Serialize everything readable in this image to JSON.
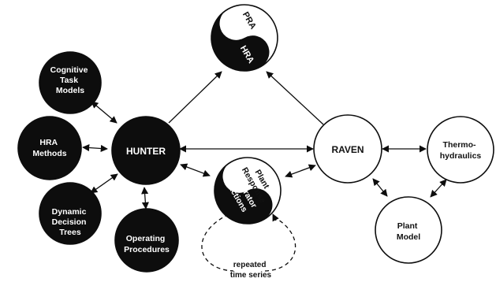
{
  "nodes": {
    "cognitive_task_models": {
      "lines": [
        "Cognitive",
        "Task",
        "Models"
      ]
    },
    "hra_methods": {
      "lines": [
        "HRA",
        "Methods"
      ]
    },
    "dynamic_decision_trees": {
      "lines": [
        "Dynamic",
        "Decision",
        "Trees"
      ]
    },
    "operating_procedures": {
      "lines": [
        "Operating",
        "Procedures"
      ]
    },
    "hunter": {
      "lines": [
        "HUNTER"
      ]
    },
    "raven": {
      "lines": [
        "RAVEN"
      ]
    },
    "thermo_hydraulics": {
      "lines": [
        "Thermo-",
        "hydraulics"
      ]
    },
    "plant_model": {
      "lines": [
        "Plant",
        "Model"
      ]
    }
  },
  "yin_yang_top": {
    "light_label": "PRA",
    "dark_label": "HRA"
  },
  "yin_yang_bottom": {
    "light_label_lines": [
      "Plant",
      "Response"
    ],
    "dark_label_lines": [
      "Operator",
      "Actions"
    ]
  },
  "loop_label_lines": [
    "repeated",
    "time series"
  ],
  "colors": {
    "dark_node": "#0d0d0d",
    "light_node": "#ffffff",
    "edge": "#0d0d0d"
  }
}
